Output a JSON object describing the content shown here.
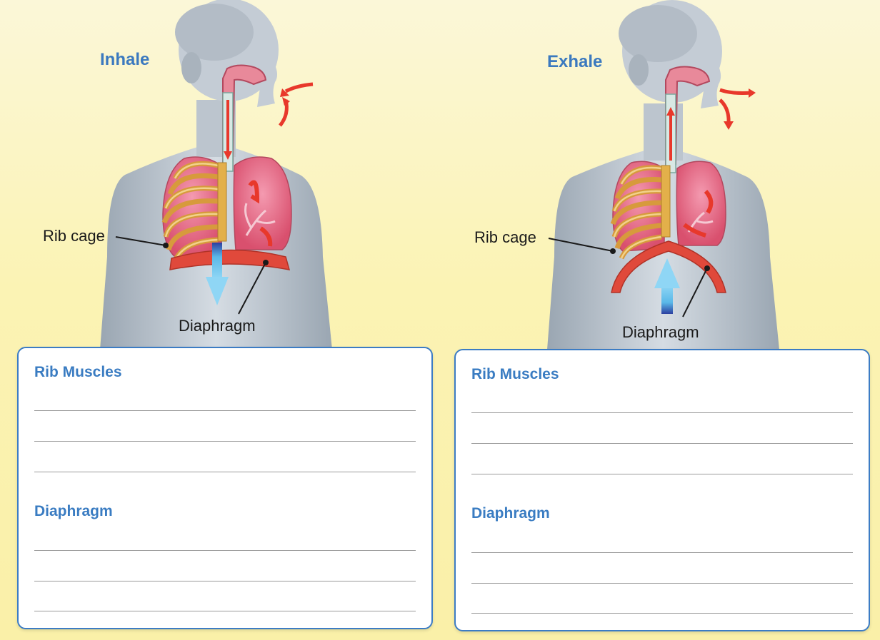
{
  "panels": [
    {
      "title": "Inhale",
      "labels": {
        "rib_cage": "Rib cage",
        "diaphragm": "Diaphragm"
      },
      "card": {
        "heading_1": "Rib Muscles",
        "heading_2": "Diaphragm"
      }
    },
    {
      "title": "Exhale",
      "labels": {
        "rib_cage": "Rib cage",
        "diaphragm": "Diaphragm"
      },
      "card": {
        "heading_1": "Rib Muscles",
        "heading_2": "Diaphragm"
      }
    }
  ],
  "colors": {
    "title_blue": "#3b79bf",
    "card_border": "#3c7cc4",
    "body_gray": "#b9c3cd",
    "lung_pink": "#e86a86",
    "diaphragm_red": "#e0493b",
    "air_arrow_red": "#e8382b",
    "diaphragm_arrow_blue": "#5ab8e8"
  }
}
